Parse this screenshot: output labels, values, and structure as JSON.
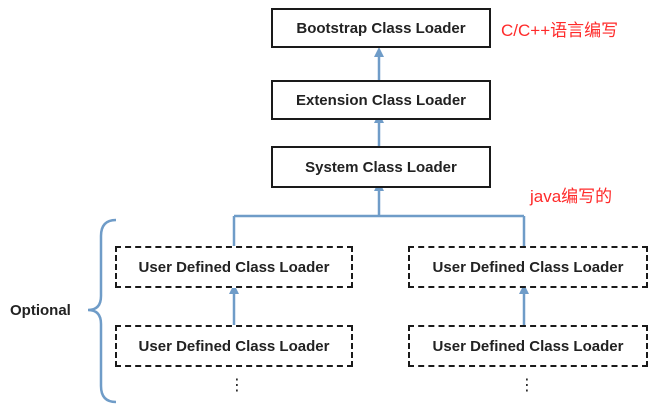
{
  "colors": {
    "connector": "#6f9cc8",
    "border": "#1a1a1a",
    "annotation": "#ff2a2a"
  },
  "nodes": {
    "bootstrap": "Bootstrap Class Loader",
    "extension": "Extension Class Loader",
    "system": "System Class Loader",
    "user_left_1": "User Defined Class Loader",
    "user_left_2": "User Defined Class Loader",
    "user_right_1": "User Defined Class Loader",
    "user_right_2": "User Defined Class Loader"
  },
  "annotations": {
    "native_note": "C/C++语言编写",
    "java_note": "java编写的"
  },
  "optional_label": "Optional",
  "ellipsis": {
    "left": "⋮",
    "right": "⋮"
  }
}
